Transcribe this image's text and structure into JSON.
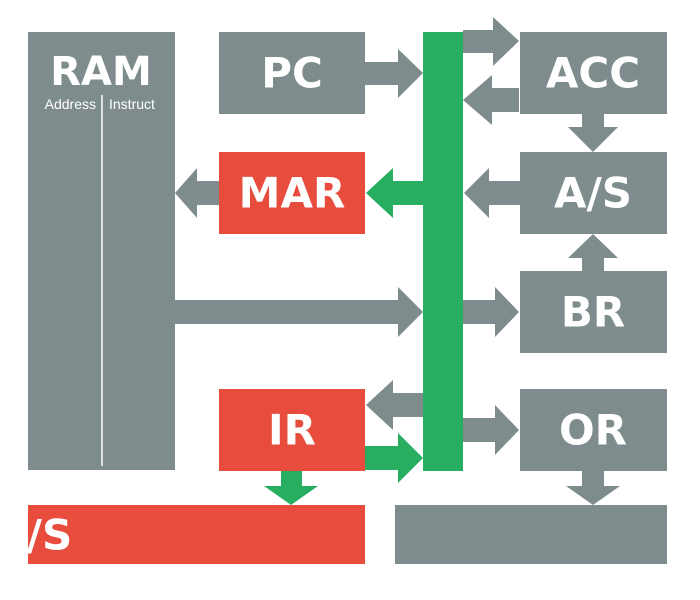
{
  "blocks": {
    "ram": {
      "label": "RAM",
      "sub_left": "Address",
      "sub_right": "Instruct"
    },
    "pc": {
      "label": "PC"
    },
    "mar": {
      "label": "MAR"
    },
    "ir": {
      "label": "IR"
    },
    "acc": {
      "label": "ACC"
    },
    "as": {
      "label": "A/S"
    },
    "br": {
      "label": "BR"
    },
    "or": {
      "label": "OR"
    },
    "cs": {
      "label": "C/S"
    }
  },
  "colors": {
    "gray": "#7f8c8d",
    "red": "#e74c3c",
    "green": "#27ae60",
    "white": "#ffffff"
  }
}
